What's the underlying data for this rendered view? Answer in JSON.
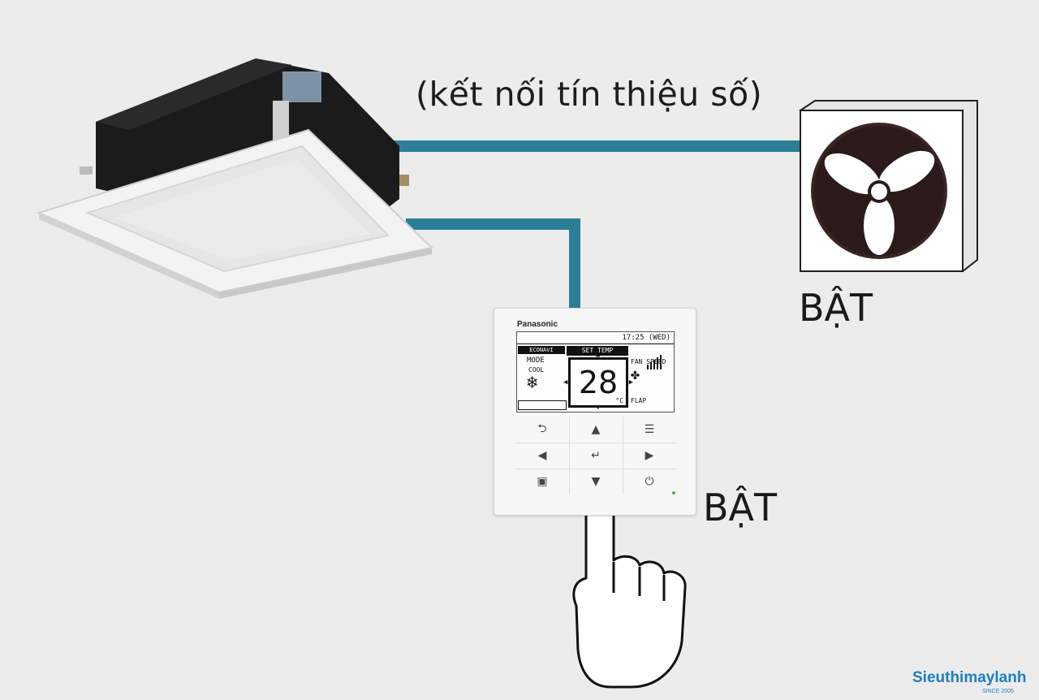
{
  "diagram": {
    "connection_label": "(kết nối tín thiệu số)",
    "outdoor_unit_label": "BẬT",
    "remote_label": "BẬT",
    "wire_color": "#2a7f96"
  },
  "remote": {
    "brand": "Panasonic",
    "clock": "17:25 (WED)",
    "econavi": "ECONAVI",
    "set_temp_title": "SET TEMP",
    "mode_label": "MODE",
    "mode_value": "COOL",
    "temperature": "28",
    "unit": "°C",
    "fan_speed_label": "FAN SPEED",
    "flap_label": "FLAP",
    "keys": [
      "⮌",
      "▲",
      "☰",
      "◀",
      "↵",
      "▶",
      "▣",
      "▼",
      "⏻"
    ]
  },
  "watermark": {
    "name": "Sieuthimaylanh",
    "since": "SINCE 2005"
  }
}
